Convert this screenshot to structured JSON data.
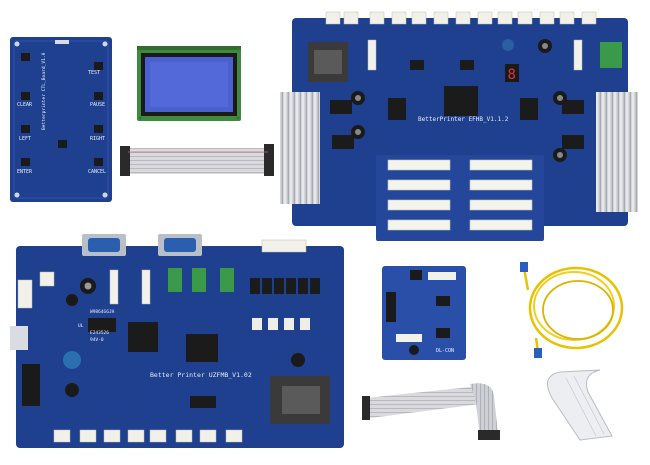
{
  "photo": {
    "background": "#ffffff",
    "pcb_color": "#1f3f8f",
    "pcb_dark": "#16306f",
    "keypad_board": {
      "silkscreen": "Betterprinter CTL_Board_V1.0",
      "buttons": [
        "TEST",
        "CLEAR",
        "PAUSE",
        "LEFT",
        "RIGHT",
        "ENTER",
        "CANCEL"
      ]
    },
    "lcd_module": {
      "screen_color": "#4a5fd0"
    },
    "head_board": {
      "silkscreen": "BetterPrinter EFHB_V1.1.2",
      "segment_digit": "8"
    },
    "main_board": {
      "silkscreen": "Better Printer UZFMB_V1.02",
      "chip_labels": [
        "W9864G6JH",
        "UL",
        "E243526",
        "94V-0"
      ]
    },
    "small_board": {
      "silkscreen": "DL-CON"
    }
  }
}
